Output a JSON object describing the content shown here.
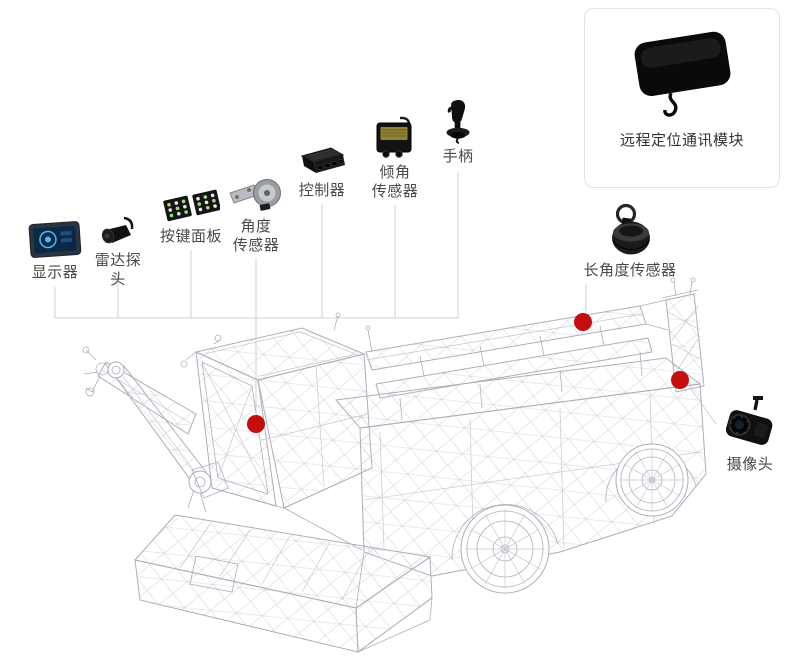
{
  "diagram": {
    "module_box": {
      "label": "远程定位通讯模块"
    },
    "components": {
      "display": {
        "label": "显示器"
      },
      "radar": {
        "label": "雷达探头"
      },
      "keypad": {
        "label": "按键面板"
      },
      "angle_sensor": {
        "label": "角度\n传感器"
      },
      "controller": {
        "label": "控制器"
      },
      "tilt_sensor": {
        "label": "倾角\n传感器"
      },
      "handle": {
        "label": "手柄"
      },
      "long_angle_sensor": {
        "label": "长角度传感器"
      },
      "camera": {
        "label": "摄像头"
      }
    },
    "markers": {
      "count": "3"
    },
    "colors": {
      "marker": "#c40d0e",
      "line": "#d2d2d2",
      "label_text": "#4a4a4a",
      "box_border": "#e3e3e3",
      "wireframe": "#aab0ba",
      "mesh": "#d2d6dc"
    }
  }
}
